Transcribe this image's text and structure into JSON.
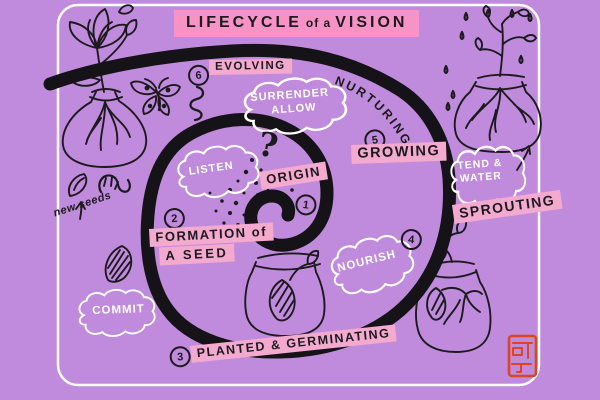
{
  "title": {
    "word1": "LIFECYCLE",
    "connector": "of a",
    "word2": "VISION"
  },
  "stages": {
    "origin": {
      "num": "1",
      "label": "ORIGIN"
    },
    "formation": {
      "num": "2",
      "line1": "FORMATION of",
      "line2": "A SEED"
    },
    "planted": {
      "num": "3",
      "label": "PLANTED & GERMINATING"
    },
    "sprouting": {
      "num": "4",
      "label": "SPROUTING"
    },
    "growing": {
      "num": "5",
      "label": "GROWING"
    },
    "evolving": {
      "num": "6",
      "label": "EVOLVING"
    },
    "nurturing": "NURTURING"
  },
  "clouds": {
    "surrender": {
      "line1": "SURRENDER",
      "line2": "ALLOW"
    },
    "listen": {
      "label": "LISTEN"
    },
    "nourish": {
      "label": "NOURISH"
    },
    "tend_water": {
      "line1": "TEND &",
      "line2": "WATER"
    },
    "commit": {
      "label": "COMMIT"
    }
  },
  "annotations": {
    "new_seeds": "new seeds",
    "question_mark": "?"
  },
  "illustrations": {
    "top_left": "blooming-plant-in-glass-vase",
    "butterfly": "butterfly",
    "caterpillar": "caterpillar",
    "left_middle": "seed-husk-and-worm-new-seeds",
    "seed": "hatched-almond-seed",
    "center_jar": "jar-with-germinating-seed",
    "bottom_right_jar": "jar-with-sprout-and-roots",
    "top_right_jar": "jar-with-young-plant-rain",
    "stamp": "red-artist-seal",
    "spiral": "lifecycle-spiral"
  },
  "colors": {
    "background": "#c08bdc",
    "ink": "#1d1a1f",
    "title_highlight": "#f993c6",
    "label_highlight": "#f4a9cf",
    "cloud_white": "#ffffff",
    "stamp_red": "#d84623"
  }
}
